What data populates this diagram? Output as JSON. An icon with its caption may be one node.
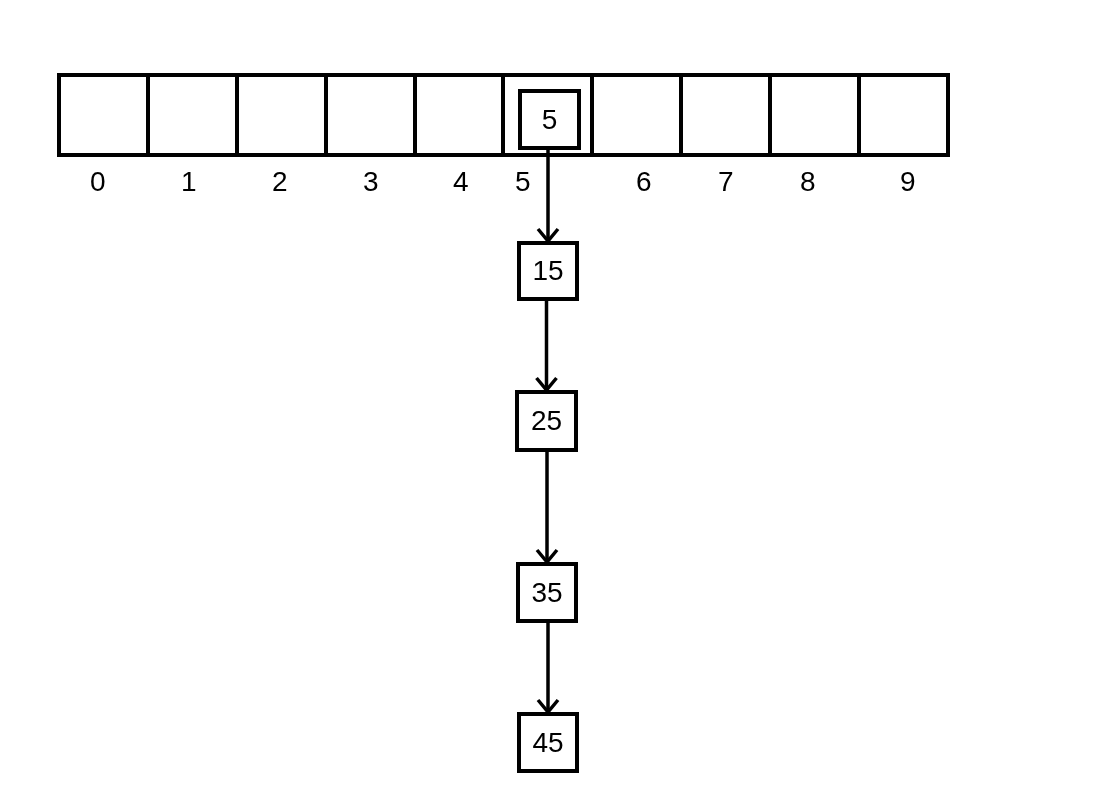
{
  "diagram": {
    "nodes": [
      {
        "text": [],
        "shape": "box"
      },
      {
        "text": [],
        "shape": "box"
      },
      {
        "text": [],
        "shape": "box"
      },
      {
        "text": [],
        "shape": "box"
      },
      {
        "text": [],
        "shape": "box"
      },
      {
        "text": [],
        "shape": "box"
      },
      {
        "text": [],
        "shape": "box"
      },
      {
        "text": [],
        "shape": "box"
      },
      {
        "text": [],
        "shape": "box"
      },
      {
        "text": [],
        "shape": "box"
      },
      {
        "text": [
          "5"
        ],
        "in": 5
      },
      {
        "text": [
          "15"
        ]
      },
      {
        "text": [
          "25"
        ]
      },
      {
        "text": [
          "35"
        ]
      },
      {
        "text": [
          "45"
        ]
      }
    ],
    "edges": [
      {
        "from": 10,
        "to": 11,
        "arrow": "to"
      },
      {
        "from": 11,
        "to": 12,
        "arrow": "to"
      },
      {
        "from": 12,
        "to": 13,
        "arrow": "to"
      },
      {
        "from": 13,
        "to": 14,
        "arrow": "to"
      }
    ],
    "labels": [
      "0",
      "1",
      "2",
      "3",
      "4",
      "5",
      "6",
      "7",
      "8",
      "9"
    ]
  }
}
